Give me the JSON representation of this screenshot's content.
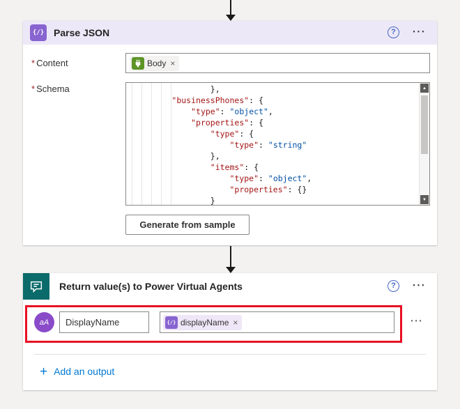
{
  "colors": {
    "canvas_background": "#f3f2f1",
    "parse_json_header": "#ede8f8",
    "parse_json_icon_purple": "#8764d0",
    "pva_icon_teal": "#0b6a6a",
    "annotation_red": "#e81123",
    "link_blue": "#0078d4",
    "body_token_green": "#5d9426",
    "output_type_purple": "#8a4bc9",
    "code_property_name": "#a31515",
    "code_string_value": "#0451a5"
  },
  "icons": {
    "help": "?",
    "ellipsis": "⋯",
    "braces_glyph": "{/}",
    "remove": "×",
    "plus": "+",
    "scroll_up": "▲",
    "scroll_down": "▼"
  },
  "flow": {
    "parse_json": {
      "title": "Parse JSON",
      "content_field": {
        "required_mark": "*",
        "label": "Content",
        "token_label": "Body"
      },
      "schema_field": {
        "required_mark": "*",
        "label": "Schema"
      },
      "generate_button": "Generate from sample",
      "schema_lines": [
        [
          {
            "t": "p",
            "s": "                },"
          }
        ],
        [
          {
            "t": "p",
            "s": "        "
          },
          {
            "t": "n",
            "s": "\"businessPhones\""
          },
          {
            "t": "p",
            "s": ": {"
          }
        ],
        [
          {
            "t": "p",
            "s": "            "
          },
          {
            "t": "n",
            "s": "\"type\""
          },
          {
            "t": "p",
            "s": ": "
          },
          {
            "t": "v",
            "s": "\"object\""
          },
          {
            "t": "p",
            "s": ","
          }
        ],
        [
          {
            "t": "p",
            "s": "            "
          },
          {
            "t": "n",
            "s": "\"properties\""
          },
          {
            "t": "p",
            "s": ": {"
          }
        ],
        [
          {
            "t": "p",
            "s": "                "
          },
          {
            "t": "n",
            "s": "\"type\""
          },
          {
            "t": "p",
            "s": ": {"
          }
        ],
        [
          {
            "t": "p",
            "s": "                    "
          },
          {
            "t": "n",
            "s": "\"type\""
          },
          {
            "t": "p",
            "s": ": "
          },
          {
            "t": "v",
            "s": "\"string\""
          }
        ],
        [
          {
            "t": "p",
            "s": "                },"
          }
        ],
        [
          {
            "t": "p",
            "s": "                "
          },
          {
            "t": "n",
            "s": "\"items\""
          },
          {
            "t": "p",
            "s": ": {"
          }
        ],
        [
          {
            "t": "p",
            "s": "                    "
          },
          {
            "t": "n",
            "s": "\"type\""
          },
          {
            "t": "p",
            "s": ": "
          },
          {
            "t": "v",
            "s": "\"object\""
          },
          {
            "t": "p",
            "s": ","
          }
        ],
        [
          {
            "t": "p",
            "s": "                    "
          },
          {
            "t": "n",
            "s": "\"properties\""
          },
          {
            "t": "p",
            "s": ": {}"
          }
        ],
        [
          {
            "t": "p",
            "s": "                }"
          }
        ]
      ]
    },
    "return_values": {
      "title": "Return value(s) to Power Virtual Agents",
      "output": {
        "type_glyph": "aA",
        "name": "DisplayName",
        "token_label": "displayName"
      },
      "add_output_label": "Add an output"
    }
  }
}
